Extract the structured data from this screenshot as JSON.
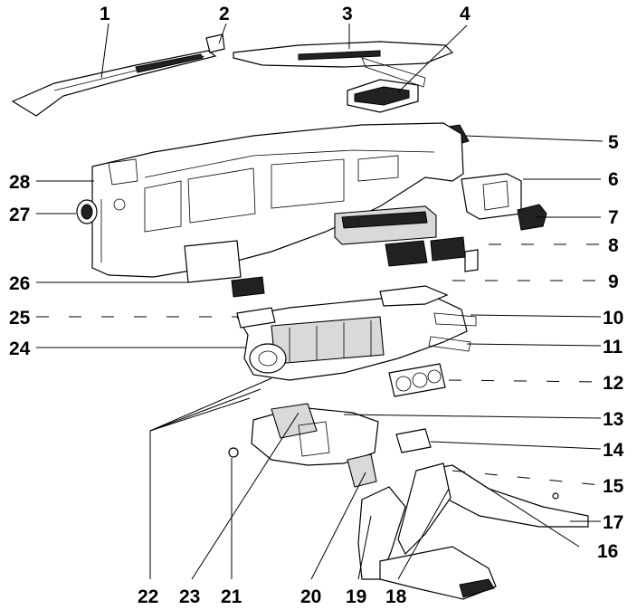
{
  "callouts": [
    {
      "id": "c1",
      "text": "1"
    },
    {
      "id": "c2",
      "text": "2"
    },
    {
      "id": "c3",
      "text": "3"
    },
    {
      "id": "c4",
      "text": "4"
    },
    {
      "id": "c5",
      "text": "5"
    },
    {
      "id": "c6",
      "text": "6"
    },
    {
      "id": "c7",
      "text": "7"
    },
    {
      "id": "c8",
      "text": "8"
    },
    {
      "id": "c9",
      "text": "9"
    },
    {
      "id": "c10",
      "text": "10"
    },
    {
      "id": "c11",
      "text": "11"
    },
    {
      "id": "c12",
      "text": "12"
    },
    {
      "id": "c13",
      "text": "13"
    },
    {
      "id": "c14",
      "text": "14"
    },
    {
      "id": "c15",
      "text": "15"
    },
    {
      "id": "c16",
      "text": "16"
    },
    {
      "id": "c17",
      "text": "17"
    },
    {
      "id": "c18",
      "text": "18"
    },
    {
      "id": "c19",
      "text": "19"
    },
    {
      "id": "c20",
      "text": "20"
    },
    {
      "id": "c21",
      "text": "21"
    },
    {
      "id": "c22",
      "text": "22"
    },
    {
      "id": "c23",
      "text": "23"
    },
    {
      "id": "c24",
      "text": "24"
    },
    {
      "id": "c25",
      "text": "25"
    },
    {
      "id": "c26",
      "text": "26"
    },
    {
      "id": "c27",
      "text": "27"
    },
    {
      "id": "c28",
      "text": "28"
    }
  ],
  "colors": {
    "ink": "#000000",
    "paper": "#ffffff",
    "shade": "#d9d9d9"
  }
}
